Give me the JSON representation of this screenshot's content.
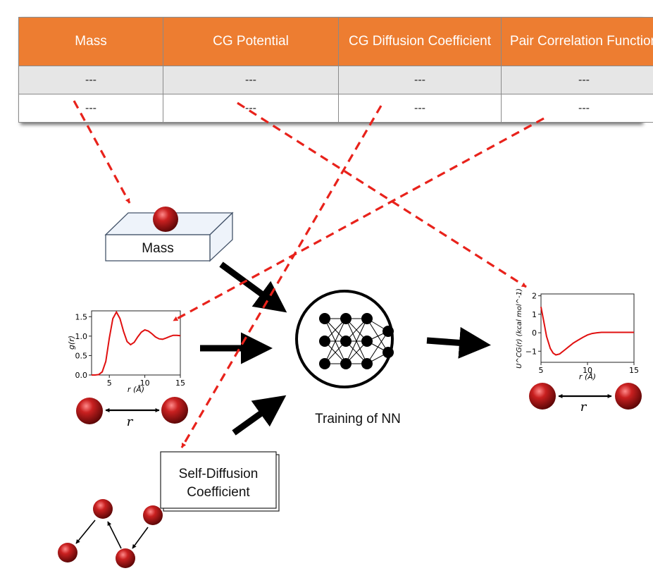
{
  "table": {
    "headers": [
      "Mass",
      "CG Potential",
      "CG Diffusion Coefficient",
      "Pair Correlation Function"
    ],
    "rows": [
      [
        "---",
        "---",
        "---",
        "---"
      ],
      [
        "---",
        "---",
        "---",
        "---"
      ]
    ]
  },
  "labels": {
    "mass": "Mass",
    "training": "Training of NN",
    "self_diffusion": [
      "Self-Diffusion",
      "Coefficient"
    ],
    "r_symbol": "r"
  },
  "colors": {
    "header_orange": "#ed7d31",
    "dashed_arrow": "#e8221b",
    "sphere": "#b11a1a",
    "curve": "#e01010"
  },
  "chart_data": [
    {
      "type": "line",
      "xlabel": "r (Å)",
      "ylabel": "g(r)",
      "xlim": [
        2.5,
        15
      ],
      "ylim": [
        0,
        1.65
      ],
      "xticks": [
        5,
        10,
        15
      ],
      "yticks": [
        0.0,
        0.5,
        1.0,
        1.5
      ],
      "ytick_labels": [
        "0.0",
        "0.5",
        "1.0",
        "1.5"
      ],
      "x": [
        2.5,
        3.0,
        3.5,
        4.0,
        4.5,
        5.0,
        5.5,
        6.0,
        6.5,
        7.0,
        7.5,
        8.0,
        8.5,
        9.0,
        9.5,
        10.0,
        10.5,
        11.0,
        11.5,
        12.0,
        12.5,
        13.0,
        13.5,
        14.0,
        14.5,
        15.0
      ],
      "y": [
        0.0,
        0.0,
        0.01,
        0.08,
        0.35,
        0.95,
        1.45,
        1.62,
        1.45,
        1.12,
        0.86,
        0.78,
        0.84,
        0.98,
        1.1,
        1.16,
        1.13,
        1.06,
        0.98,
        0.93,
        0.92,
        0.95,
        0.99,
        1.02,
        1.02,
        1.01
      ]
    },
    {
      "type": "line",
      "xlabel": "r (Å)",
      "ylabel": "U^CG(r) (kcal mol^-1)",
      "xlim": [
        5,
        15
      ],
      "ylim": [
        -1.6,
        2.1
      ],
      "xticks": [
        5,
        10,
        15
      ],
      "yticks": [
        -1,
        0,
        1,
        2
      ],
      "ytick_labels": [
        "−1",
        "0",
        "1",
        "2"
      ],
      "x": [
        5.0,
        5.3,
        5.6,
        6.0,
        6.3,
        6.6,
        7.0,
        7.5,
        8.0,
        8.5,
        9.0,
        9.5,
        10.0,
        10.5,
        11.0,
        11.5,
        12.0,
        13.0,
        14.0,
        15.0
      ],
      "y": [
        1.4,
        0.6,
        -0.2,
        -0.85,
        -1.1,
        -1.2,
        -1.15,
        -0.95,
        -0.75,
        -0.55,
        -0.4,
        -0.25,
        -0.12,
        -0.04,
        0.0,
        0.02,
        0.02,
        0.02,
        0.02,
        0.02
      ]
    }
  ]
}
